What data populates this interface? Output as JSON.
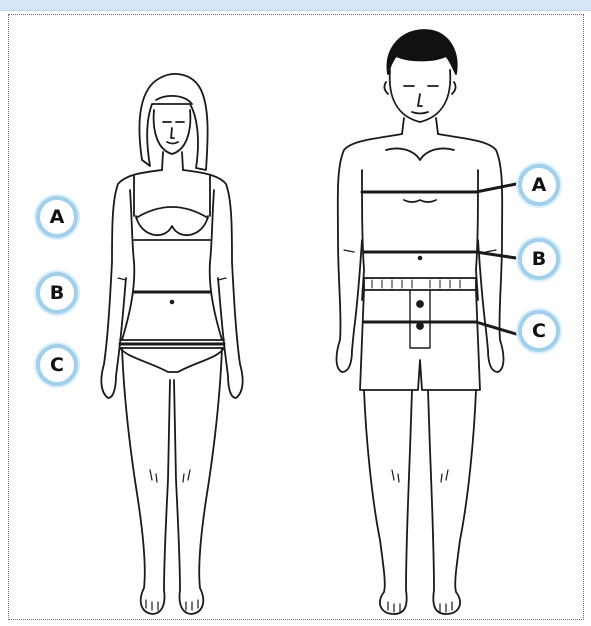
{
  "labels": {
    "female": [
      "A",
      "B",
      "C"
    ],
    "male": [
      "A",
      "B",
      "C"
    ]
  },
  "colors": {
    "badge_ring": "#9fd0ee",
    "frame_border": "#6b6b6b",
    "top_bar": "#d7e6f6",
    "ink": "#1a1a1a"
  }
}
